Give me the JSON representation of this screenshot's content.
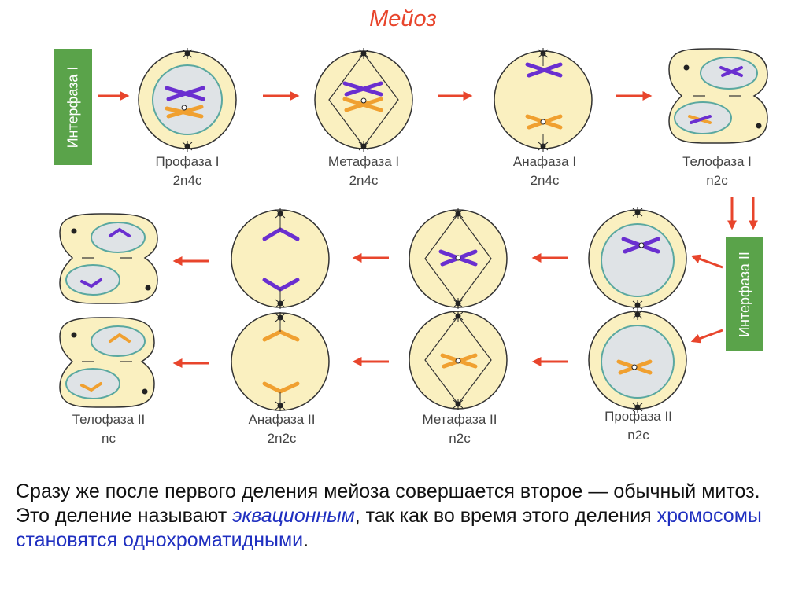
{
  "title": "Мейоз",
  "interphase_1": "Интерфаза I",
  "interphase_2": "Интерфаза II",
  "row1": [
    {
      "name": "Профаза I",
      "formula": "2n4c"
    },
    {
      "name": "Метафаза I",
      "formula": "2n4c"
    },
    {
      "name": "Анафаза I",
      "formula": "2n4c"
    },
    {
      "name": "Телофаза I",
      "formula": "n2c"
    }
  ],
  "row2": [
    {
      "name": "Телофаза II",
      "formula": "nc"
    },
    {
      "name": "Анафаза II",
      "formula": "2n2c"
    },
    {
      "name": "Метафаза II",
      "formula": "n2c"
    },
    {
      "name": "Профаза II",
      "formula": "n2c"
    }
  ],
  "caption": {
    "part1": "Сразу же после первого деления мейоза совершается второе — обычный митоз. Это деление называют ",
    "em1": "эквационным",
    "part2": ", так как во время этого деления ",
    "em2": "хромосомы становятся однохроматидными",
    "part3": "."
  },
  "colors": {
    "title": "#e8452c",
    "arrow": "#e8452c",
    "cell_fill": "#faf0c0",
    "nucleus_fill": "#dfe3e6",
    "chromosome_purple": "#6a2fd0",
    "chromosome_orange": "#f0a030",
    "interphase_box": "#5aa34a"
  }
}
